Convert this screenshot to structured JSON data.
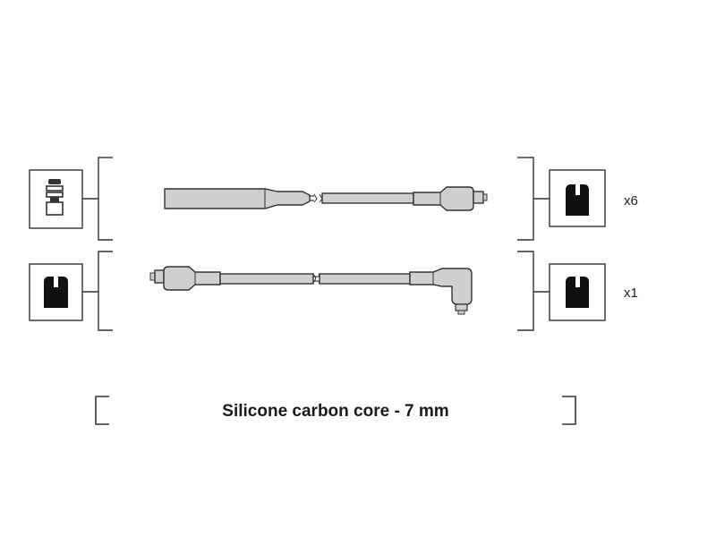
{
  "rows": [
    {
      "quantity": "x6"
    },
    {
      "quantity": "x1"
    }
  ],
  "caption": "Silicone carbon core - 7 mm",
  "colors": {
    "outline": "#333333",
    "cable_fill": "#cfcfcf",
    "connector_fill": "#111111",
    "background": "#ffffff"
  }
}
